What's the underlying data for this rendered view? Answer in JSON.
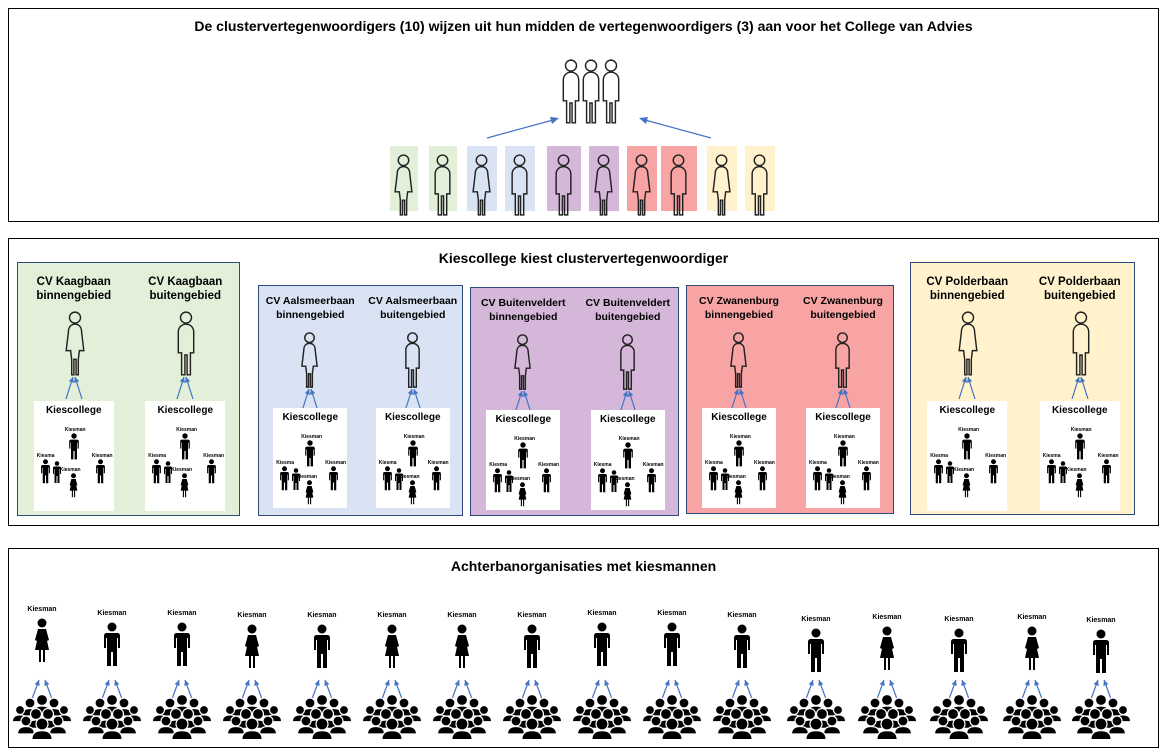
{
  "top": {
    "title": "De clustervertegenwoordigers (10) wijzen uit hun midden de vertegenwoordigers (3) aan voor het College van Advies",
    "rep_colors": [
      "#e2efd9",
      "#e2efd9",
      "#dae3f3",
      "#dae3f3",
      "#d5b8d9",
      "#d5b8d9",
      "#f8a4a4",
      "#f8a4a4",
      "#fff2cc",
      "#fff2cc"
    ]
  },
  "middle": {
    "title": "Kiescollege kiest clustervertegenwoordiger",
    "clusters": [
      {
        "color": "#e2efd9",
        "cv": [
          {
            "line1": "CV Kaagbaan",
            "line2": "binnengebied"
          },
          {
            "line1": "CV Kaagbaan",
            "line2": "buitengebied"
          }
        ]
      },
      {
        "color": "#dae3f3",
        "cv": [
          {
            "line1": "CV Aalsmeerbaan",
            "line2": "binnengebied"
          },
          {
            "line1": "CV Aalsmeerbaan",
            "line2": "buitengebied"
          }
        ]
      },
      {
        "color": "#d5b8d9",
        "cv": [
          {
            "line1": "CV Buitenveldert",
            "line2": "binnengebied"
          },
          {
            "line1": "CV Buitenveldert",
            "line2": "buitengebied"
          }
        ]
      },
      {
        "color": "#f8a4a4",
        "cv": [
          {
            "line1": "CV Zwanenburg",
            "line2": "binnengebied"
          },
          {
            "line1": "CV Zwanenburg",
            "line2": "buitengebied"
          }
        ]
      },
      {
        "color": "#fff2cc",
        "cv": [
          {
            "line1": "CV Polderbaan",
            "line2": "binnengebied"
          },
          {
            "line1": "CV Polderbaan",
            "line2": "buitengebied"
          }
        ]
      }
    ],
    "kiescollege_label": "Kiescollege",
    "kiesman_label": "Kiesman",
    "kiesma_label": "Kiesma"
  },
  "bottom": {
    "title": "Achterbanorganisaties met kiesmannen",
    "kiesman_labels": [
      "Kiesman",
      "Kiesman",
      "Kiesman",
      "Kiesman",
      "Kiesman",
      "Kiesman",
      "Kiesman",
      "Kiesman",
      "Kiesman",
      "Kiesman",
      "Kiesman",
      "Kiesman",
      "Kiesman",
      "Kiesman",
      "Kiesman",
      "Kiesman"
    ]
  }
}
